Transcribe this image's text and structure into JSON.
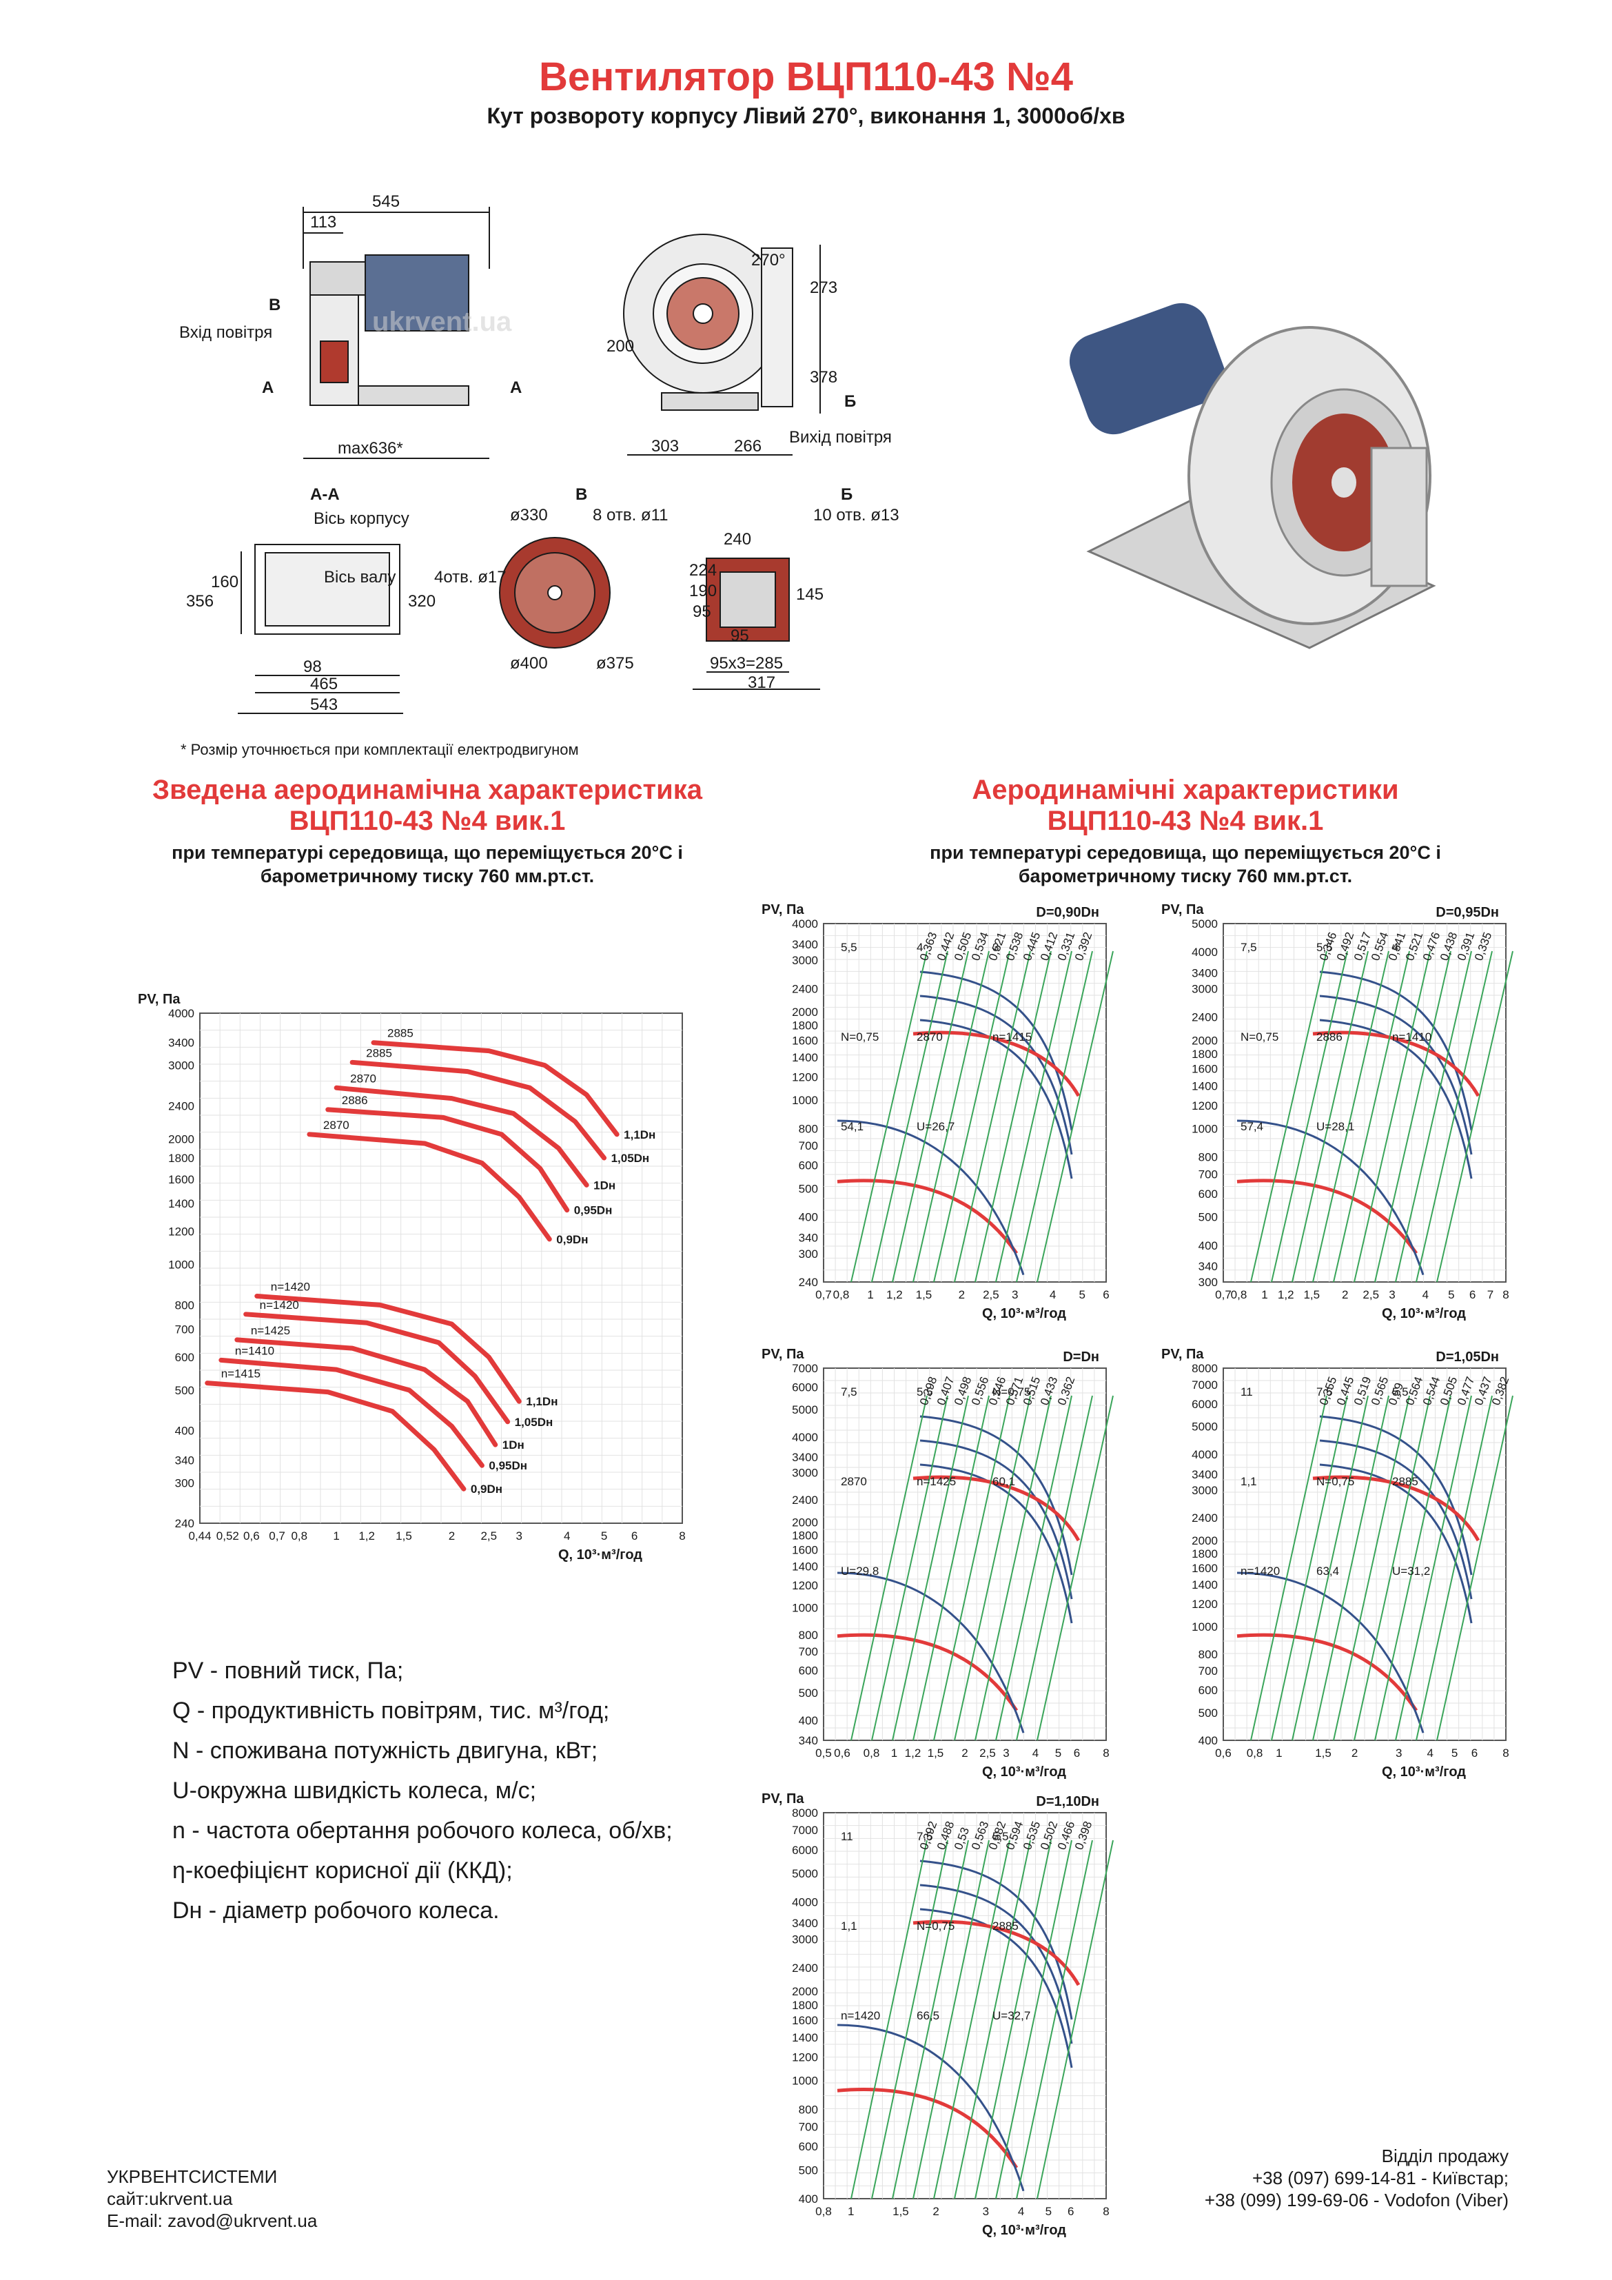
{
  "header": {
    "title": "Вентилятор ВЦП110-43 №4",
    "subtitle": "Кут розвороту корпусу Лівий 270°, виконання 1, 3000об/хв"
  },
  "drawing": {
    "dims_side": [
      "545",
      "113",
      "max636*"
    ],
    "labels_side": [
      "В",
      "Вхід повітря",
      "А",
      "А"
    ],
    "dims_front": [
      "270°",
      "273",
      "200",
      "378",
      "303",
      "266"
    ],
    "labels_front": [
      "Б",
      "Вихід повітря"
    ],
    "section_aa": {
      "title": "А-А",
      "labels": [
        "Вісь корпусу",
        "Вісь валу"
      ],
      "dims": [
        "160",
        "356",
        "320",
        "4отв. ø17",
        "98",
        "465",
        "543"
      ]
    },
    "view_v": {
      "title": "В",
      "dims": [
        "ø330",
        "8 отв. ø11",
        "ø400",
        "ø375"
      ]
    },
    "view_b": {
      "title": "Б",
      "dims": [
        "10 отв. ø13",
        "240",
        "224",
        "190",
        "95",
        "145",
        "95",
        "95x3=285",
        "317"
      ]
    },
    "note": "* Розмір уточнюється при комплектації електродвигуном",
    "watermark": "ukrvent.ua"
  },
  "left_section": {
    "title_l1": "Зведена аеродинамічна характеристика",
    "title_l2": "ВЦП110-43 №4 вик.1",
    "cond_l1": "при температурі середовища, що переміщується 20°С і",
    "cond_l2": "барометричному тиску 760 мм.рт.ст."
  },
  "right_section": {
    "title_l1": "Аеродинамічні характеристики",
    "title_l2": "ВЦП110-43 №4 вик.1",
    "cond_l1": "при температурі середовища, що переміщується 20°С і",
    "cond_l2": "барометричному тиску 760 мм.рт.ст."
  },
  "legend": [
    {
      "key": "PV",
      "text": " - повний тиск, Па;"
    },
    {
      "key": "Q",
      "text": " - продуктивність повітрям, тис. м³/год;"
    },
    {
      "key": "N",
      "text": " - споживана потужність двигуна, кВт;"
    },
    {
      "key": "U",
      "text": "-окружна швидкість колеса, м/с;"
    },
    {
      "key": "n",
      "text": " - частота обертання робочого колеса, об/хв;"
    },
    {
      "key": "η",
      "text": "-коефіцієнт корисної дії (ККД);"
    },
    {
      "key": "Dн",
      "text": " - діаметр робочого колеса."
    }
  ],
  "footer": {
    "company": "УКРВЕНТСИСТЕМИ",
    "site": "сайт:ukrvent.ua",
    "email": "E-mail: zavod@ukrvent.ua",
    "sales": "Відділ продажу",
    "phone1": "+38 (097) 699-14-81 - Київстар;",
    "phone2": "+38 (099) 199-69-06 - Vodofon (Viber)"
  },
  "chart_data": [
    {
      "type": "line",
      "name": "summary",
      "ylabel": "PV, Па",
      "xlabel": "Q, 10³·м³/год",
      "x_ticks": [
        "0,44",
        "0,52",
        "0,6",
        "0,7",
        "0,8",
        "1",
        "1,2",
        "1,5",
        "2",
        "2,5",
        "3",
        "4",
        "5",
        "6",
        "8"
      ],
      "y_ticks": [
        "240",
        "300",
        "340",
        "400",
        "500",
        "600",
        "700",
        "800",
        "1000",
        "1200",
        "1400",
        "1600",
        "1800",
        "2000",
        "2400",
        "3000",
        "3400",
        "4000"
      ],
      "xlim": [
        0.44,
        8
      ],
      "ylim": [
        240,
        4000
      ],
      "log": true,
      "series": [
        {
          "label_start": "2885",
          "label_end": "1,1Dн",
          "x": [
            1.25,
            2.5,
            3.5,
            4.5,
            5.4
          ],
          "y": [
            3400,
            3250,
            3000,
            2550,
            2050
          ]
        },
        {
          "label_start": "2885",
          "label_end": "1,05Dн",
          "x": [
            1.1,
            2.2,
            3.2,
            4.2,
            5.0
          ],
          "y": [
            3050,
            2900,
            2650,
            2200,
            1800
          ]
        },
        {
          "label_start": "2870",
          "label_end": "1Dн",
          "x": [
            1.0,
            2.0,
            2.9,
            3.8,
            4.5
          ],
          "y": [
            2650,
            2500,
            2300,
            1900,
            1550
          ]
        },
        {
          "label_start": "2886",
          "label_end": "0,95Dн",
          "x": [
            0.95,
            1.9,
            2.7,
            3.4,
            4.0
          ],
          "y": [
            2350,
            2250,
            2050,
            1700,
            1350
          ]
        },
        {
          "label_start": "2870",
          "label_end": "0,9Dн",
          "x": [
            0.85,
            1.7,
            2.4,
            3.0,
            3.6
          ],
          "y": [
            2050,
            1950,
            1750,
            1450,
            1150
          ]
        },
        {
          "label_start": "n=1420",
          "label_end": "1,1Dн",
          "x": [
            0.62,
            1.3,
            2.0,
            2.5,
            3.0
          ],
          "y": [
            840,
            800,
            720,
            600,
            470
          ]
        },
        {
          "label_start": "n=1420",
          "label_end": "1,05Dн",
          "x": [
            0.58,
            1.2,
            1.85,
            2.3,
            2.8
          ],
          "y": [
            760,
            725,
            650,
            540,
            420
          ]
        },
        {
          "label_start": "n=1425",
          "label_end": "1Dн",
          "x": [
            0.55,
            1.1,
            1.7,
            2.2,
            2.6
          ],
          "y": [
            660,
            630,
            560,
            470,
            370
          ]
        },
        {
          "label_start": "n=1410",
          "label_end": "0,95Dн",
          "x": [
            0.5,
            1.0,
            1.55,
            2.0,
            2.4
          ],
          "y": [
            590,
            560,
            500,
            410,
            330
          ]
        },
        {
          "label_start": "n=1415",
          "label_end": "0,9Dн",
          "x": [
            0.46,
            0.95,
            1.4,
            1.8,
            2.15
          ],
          "y": [
            520,
            495,
            445,
            360,
            290
          ]
        }
      ]
    },
    {
      "type": "line",
      "name": "D=0,90Dн",
      "ylabel": "PV, Па",
      "xlabel": "Q, 10³·м³/год",
      "x_ticks": [
        "0,7",
        "0,8",
        "1",
        "1,2",
        "1,5",
        "2",
        "2,5",
        "3",
        "4",
        "5",
        "6"
      ],
      "y_ticks": [
        "240",
        "300",
        "340",
        "400",
        "500",
        "600",
        "700",
        "800",
        "1000",
        "1200",
        "1400",
        "1600",
        "1800",
        "2000",
        "2400",
        "3000",
        "3400",
        "4000"
      ],
      "xlim": [
        0.7,
        6
      ],
      "ylim": [
        240,
        4000
      ],
      "labels": [
        "5,5",
        "4",
        "3",
        "N=0,75",
        "2870",
        "n=1415",
        "54,1",
        "U=26,7"
      ],
      "efficiency": [
        "0,363",
        "0,442",
        "0,505",
        "0,534",
        "0,521",
        "0,538",
        "0,445",
        "0,412",
        "0,331",
        "0,392"
      ]
    },
    {
      "type": "line",
      "name": "D=0,95Dн",
      "ylabel": "PV, Па",
      "xlabel": "Q, 10³·м³/год",
      "x_ticks": [
        "0,7",
        "0,8",
        "1",
        "1,2",
        "1,5",
        "2",
        "2,5",
        "3",
        "4",
        "5",
        "6",
        "7",
        "8"
      ],
      "y_ticks": [
        "300",
        "340",
        "400",
        "500",
        "600",
        "700",
        "800",
        "1000",
        "1200",
        "1400",
        "1600",
        "1800",
        "2000",
        "2400",
        "3000",
        "3400",
        "4000",
        "5000"
      ],
      "xlim": [
        0.7,
        8
      ],
      "ylim": [
        300,
        5000
      ],
      "labels": [
        "7,5",
        "5,5",
        "4",
        "N=0,75",
        "2886",
        "n=1410",
        "57,4",
        "U=28,1"
      ],
      "efficiency": [
        "0,346",
        "0,492",
        "0,517",
        "0,554",
        "0,541",
        "0,521",
        "0,476",
        "0,438",
        "0,391",
        "0,335"
      ]
    },
    {
      "type": "line",
      "name": "D=Dн",
      "ylabel": "PV, Па",
      "xlabel": "Q, 10³·м³/год",
      "x_ticks": [
        "0,5",
        "0,6",
        "0,8",
        "1",
        "1,2",
        "1,5",
        "2",
        "2,5",
        "3",
        "4",
        "5",
        "6",
        "8"
      ],
      "y_ticks": [
        "340",
        "400",
        "500",
        "600",
        "700",
        "800",
        "1000",
        "1200",
        "1400",
        "1600",
        "1800",
        "2000",
        "2400",
        "3000",
        "3400",
        "4000",
        "5000",
        "6000",
        "7000"
      ],
      "xlim": [
        0.5,
        8
      ],
      "ylim": [
        340,
        7000
      ],
      "labels": [
        "7,5",
        "5,5",
        "N=0,75",
        "2870",
        "n=1425",
        "60,1",
        "U=29,8"
      ],
      "efficiency": [
        "0,298",
        "0,407",
        "0,498",
        "0,556",
        "0,546",
        "0,571",
        "0,515",
        "0,433",
        "0,362"
      ]
    },
    {
      "type": "line",
      "name": "D=1,05Dн",
      "ylabel": "PV, Па",
      "xlabel": "Q, 10³·м³/год",
      "x_ticks": [
        "0,6",
        "0,8",
        "1",
        "1,5",
        "2",
        "3",
        "4",
        "5",
        "6",
        "8"
      ],
      "y_ticks": [
        "400",
        "500",
        "600",
        "700",
        "800",
        "1000",
        "1200",
        "1400",
        "1600",
        "1800",
        "2000",
        "2400",
        "3000",
        "3400",
        "4000",
        "5000",
        "6000",
        "7000",
        "8000"
      ],
      "xlim": [
        0.6,
        8
      ],
      "ylim": [
        400,
        8000
      ],
      "labels": [
        "11",
        "7,5",
        "5,5",
        "1,1",
        "N=0,75",
        "2885",
        "n=1420",
        "63,4",
        "U=31,2"
      ],
      "efficiency": [
        "0,355",
        "0,445",
        "0,519",
        "0,565",
        "0,59",
        "0,564",
        "0,544",
        "0,505",
        "0,477",
        "0,437",
        "0,382"
      ]
    },
    {
      "type": "line",
      "name": "D=1,10Dн",
      "ylabel": "PV, Па",
      "xlabel": "Q, 10³·м³/год",
      "x_ticks": [
        "0,8",
        "1",
        "1,5",
        "2",
        "3",
        "4",
        "5",
        "6",
        "8"
      ],
      "y_ticks": [
        "400",
        "500",
        "600",
        "700",
        "800",
        "1000",
        "1200",
        "1400",
        "1600",
        "1800",
        "2000",
        "2400",
        "3000",
        "3400",
        "4000",
        "5000",
        "6000",
        "7000",
        "8000"
      ],
      "xlim": [
        0.8,
        8
      ],
      "ylim": [
        400,
        8000
      ],
      "labels": [
        "11",
        "7,5",
        "5,5",
        "1,1",
        "N=0,75",
        "2885",
        "n=1420",
        "66,5",
        "U=32,7"
      ],
      "efficiency": [
        "0,392",
        "0,488",
        "0,53",
        "0,563",
        "0,582",
        "0,594",
        "0,535",
        "0,502",
        "0,466",
        "0,398"
      ]
    }
  ]
}
